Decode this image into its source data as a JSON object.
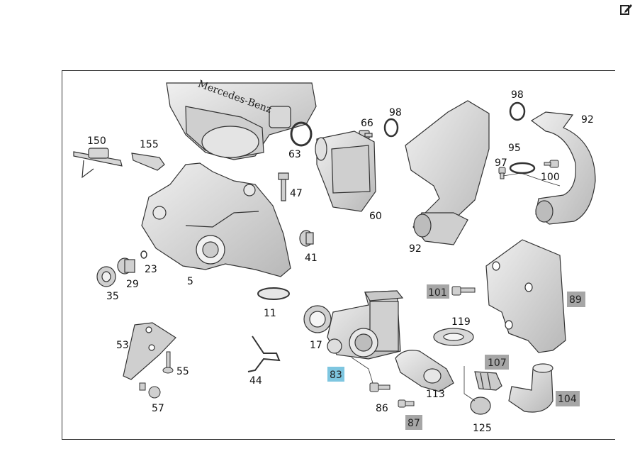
{
  "toolbar": {
    "edit_icon": "edit-icon"
  },
  "colors": {
    "part_fill": "#dcdcdc",
    "part_stroke": "#333333",
    "highlight_gray": "#a6a6a6",
    "highlight_blue": "#7ec6e0"
  },
  "labels": {
    "p150": "150",
    "p155": "155",
    "p63": "63",
    "p66": "66",
    "p98a": "98",
    "p98b": "98",
    "p92a": "92",
    "p95": "95",
    "p97": "97",
    "p100": "100",
    "p47": "47",
    "p60": "60",
    "p92b": "92",
    "p41": "41",
    "p23": "23",
    "p29": "29",
    "p35": "35",
    "p5": "5",
    "p101": "101",
    "p89": "89",
    "p11": "11",
    "p119": "119",
    "p17": "17",
    "p53": "53",
    "p55": "55",
    "p44": "44",
    "p83": "83",
    "p107": "107",
    "p113": "113",
    "p104": "104",
    "p86": "86",
    "p57": "57",
    "p87": "87",
    "p125": "125"
  },
  "decor": {
    "engine_cover_logo": "Mercedes-Benz"
  }
}
